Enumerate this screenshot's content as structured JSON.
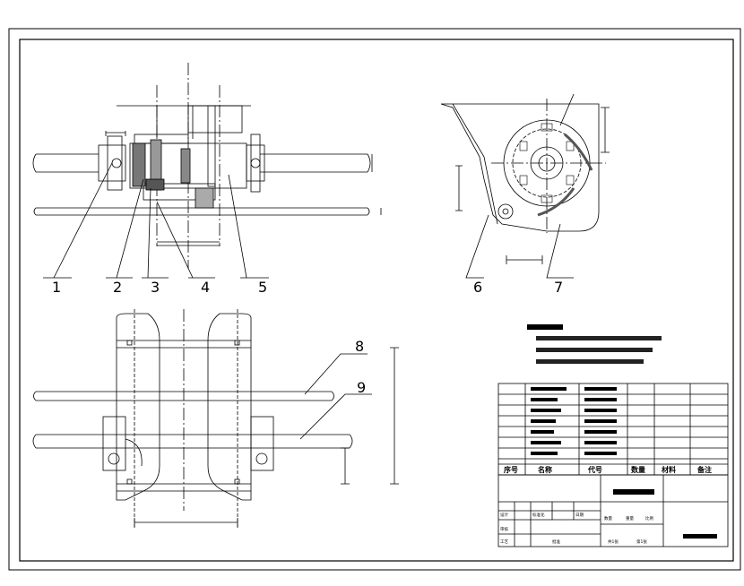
{
  "drawing": {
    "part_numbers": [
      "1",
      "2",
      "3",
      "4",
      "5",
      "6",
      "7",
      "8",
      "9"
    ],
    "bom_header": {
      "seq": "序号",
      "name": "名称",
      "code": "代号",
      "qty": "数量",
      "material": "材料",
      "remark": "备注"
    },
    "title_block": {
      "design": "设计",
      "review": "审核",
      "craft": "工艺",
      "standard": "标准化",
      "approve": "批准",
      "date": "日期",
      "qty_label": "数量",
      "weight_label": "重量",
      "scale_label": "比例",
      "sheet_total": "共1张",
      "sheet_index": "第1张"
    }
  }
}
